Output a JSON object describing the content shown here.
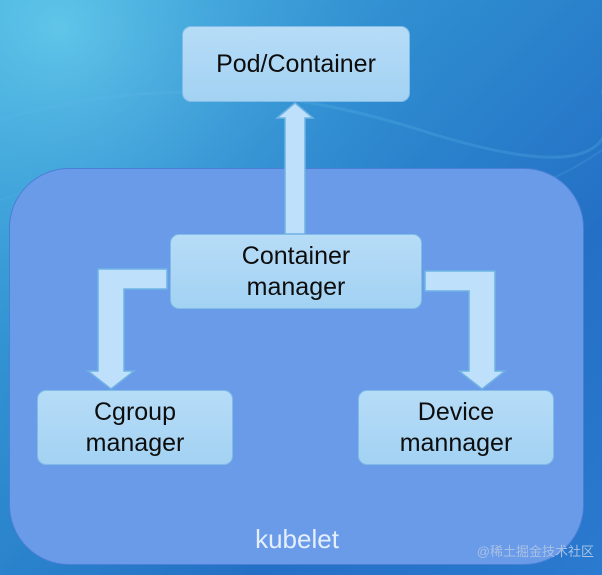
{
  "diagram": {
    "nodes": {
      "pod_container": "Pod/Container",
      "container_manager": "Container\nmanager",
      "cgroup_manager": "Cgroup\nmanager",
      "device_manager": "Device\nmannager"
    },
    "group_label": "kubelet",
    "edges": [
      {
        "from": "container_manager",
        "to": "pod_container"
      },
      {
        "from": "container_manager",
        "to": "cgroup_manager"
      },
      {
        "from": "container_manager",
        "to": "device_manager"
      }
    ]
  },
  "watermark": "@稀土掘金技术社区",
  "colors": {
    "background": "#2f8fd0",
    "panel": "#6a9be8",
    "box_fill": "#b6dcf7",
    "arrow_fill": "#bfe0fa"
  }
}
